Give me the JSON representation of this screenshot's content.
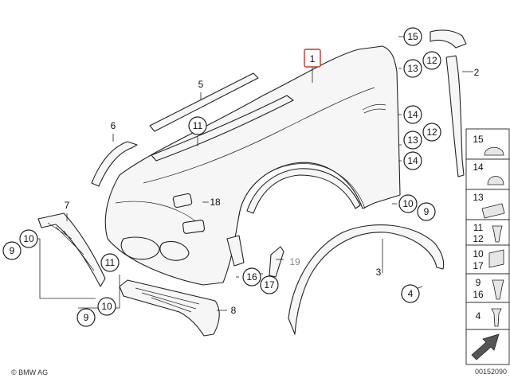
{
  "diagram": {
    "main_callout": "1",
    "callouts": {
      "c2": "2",
      "c3": "3",
      "c4": "4",
      "c5": "5",
      "c6": "6",
      "c7": "7",
      "c8": "8",
      "c9a": "9",
      "c9b": "9",
      "c9c": "9",
      "c10a": "10",
      "c10b": "10",
      "c10c": "10",
      "c11a": "11",
      "c11b": "11",
      "c12a": "12",
      "c12b": "12",
      "c13a": "13",
      "c13b": "13",
      "c14a": "14",
      "c14b": "14",
      "c15": "15",
      "c16": "16",
      "c17": "17",
      "c18": "18"
    },
    "plain_labels": {
      "p19": "19"
    },
    "legend": [
      {
        "labels": [
          "15"
        ]
      },
      {
        "labels": [
          "14"
        ]
      },
      {
        "labels": [
          "13"
        ]
      },
      {
        "labels": [
          "11",
          "12"
        ]
      },
      {
        "labels": [
          "10",
          "17"
        ]
      },
      {
        "labels": [
          "9",
          "16"
        ]
      },
      {
        "labels": [
          "4"
        ]
      }
    ],
    "copyright": "© BMW AG",
    "diagram_number": "00152090"
  }
}
